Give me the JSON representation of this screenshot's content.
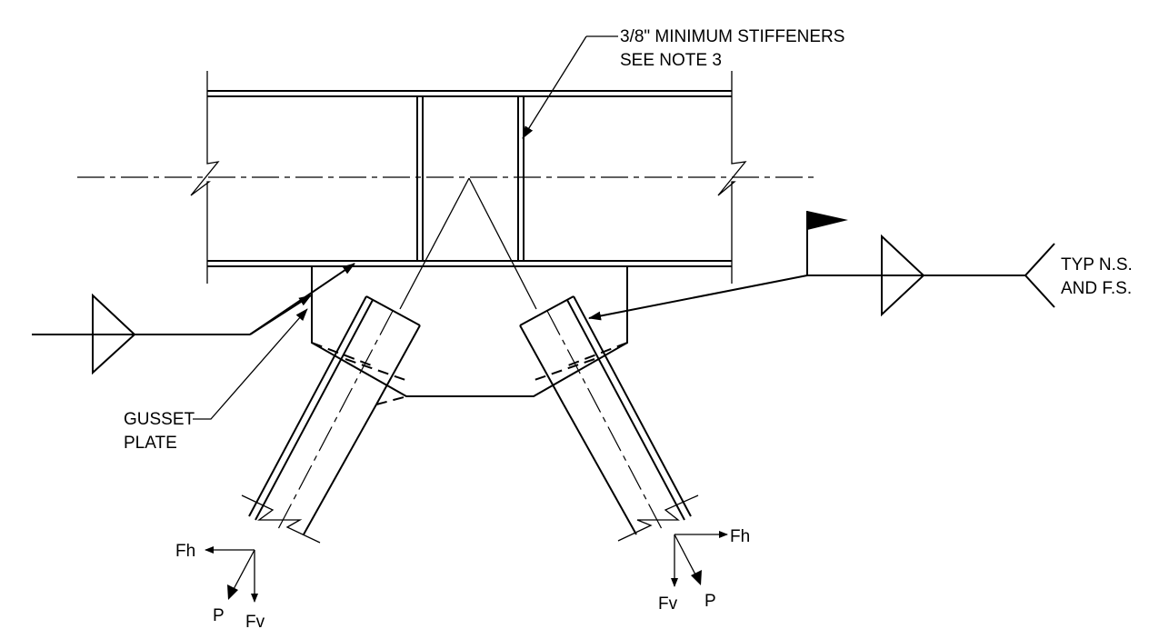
{
  "labels": {
    "stiffener_line1": "3/8\" MINIMUM STIFFENERS",
    "stiffener_line2": "SEE NOTE 3",
    "gusset_line1": "GUSSET",
    "gusset_line2": "PLATE",
    "typ_line1": "TYP N.S.",
    "typ_line2": "AND F.S."
  },
  "forces": {
    "left": {
      "fh": "Fh",
      "fv": "Fv",
      "p": "P"
    },
    "right": {
      "fh": "Fh",
      "fv": "Fv",
      "p": "P"
    }
  },
  "colors": {
    "line": "#000000",
    "background": "#ffffff"
  }
}
